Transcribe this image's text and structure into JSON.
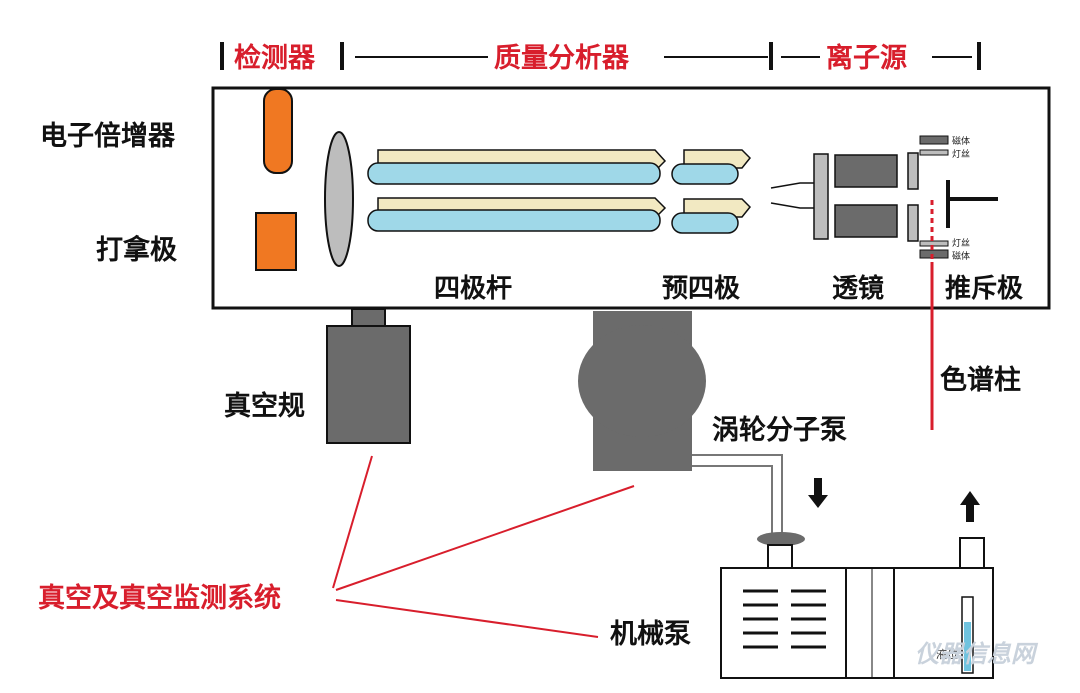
{
  "sections": {
    "detector": "检测器",
    "mass_analyzer": "质量分析器",
    "ion_source": "离子源"
  },
  "labels": {
    "electron_multiplier": "电子倍增器",
    "dynode": "打拿极",
    "quadrupole": "四极杆",
    "prequadrupole": "预四极",
    "lens": "透镜",
    "repeller": "推斥极",
    "column": "色谱柱",
    "vacuum_gauge": "真空规",
    "turbo_pump": "涡轮分子泵",
    "mechanical_pump": "机械泵",
    "vacuum_system": "真空及真空监测系统",
    "magnet_top": "磁体",
    "filament_top": "灯丝",
    "filament_bottom": "灯丝",
    "magnet_bottom": "磁体",
    "liquid_level": "液位",
    "watermark": "仪器信息网"
  },
  "colors": {
    "red_accent": "#d81e2c",
    "orange": "#f07822",
    "rod_tan": "#f2e9c2",
    "rod_blue": "#9fd8e8",
    "dark_gray": "#6b6b6b",
    "light_gray": "#bdbdbd"
  }
}
